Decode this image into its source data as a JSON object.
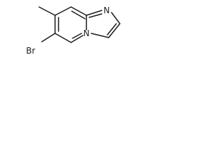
{
  "molecule": {
    "atoms": {
      "bromine": "Br",
      "imidazole_nitrogen": "N",
      "bridgehead_nitrogen": "N"
    }
  }
}
